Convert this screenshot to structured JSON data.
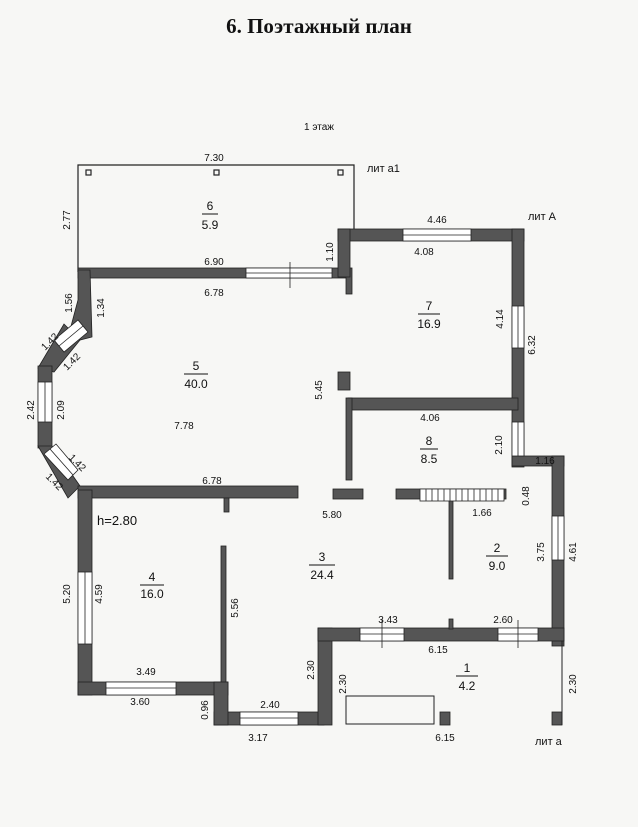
{
  "title": "6. Поэтажный план",
  "floor_label": "1 этаж",
  "lit_labels": {
    "a1": "лит а1",
    "A": "лит А",
    "a": "лит а"
  },
  "height_label": "h=2.80",
  "rooms": [
    {
      "num": "1",
      "area": "4.2"
    },
    {
      "num": "2",
      "area": "9.0"
    },
    {
      "num": "3",
      "area": "24.4"
    },
    {
      "num": "4",
      "area": "16.0"
    },
    {
      "num": "5",
      "area": "40.0"
    },
    {
      "num": "6",
      "area": "5.9"
    },
    {
      "num": "7",
      "area": "16.9"
    },
    {
      "num": "8",
      "area": "8.5"
    }
  ],
  "dims": {
    "d730": "7.30",
    "d277": "2.77",
    "d690": "6.90",
    "d110": "1.10",
    "d446": "4.46",
    "d408": "4.08",
    "d156": "1.56",
    "d134": "1.34",
    "d678a": "6.78",
    "d414": "4.14",
    "d632": "6.32",
    "d142a": "1.42",
    "d142b": "1.42",
    "d242": "2.42",
    "d209": "2.09",
    "d545": "5.45",
    "d406": "4.06",
    "d778": "7.78",
    "d210": "2.10",
    "d116": "1.16",
    "d142c": "1.42",
    "d142d": "1.42",
    "d678b": "6.78",
    "d048": "0.48",
    "d580": "5.80",
    "d166": "1.66",
    "d375": "3.75",
    "d461": "4.61",
    "d520": "5.20",
    "d459": "4.59",
    "d556": "5.56",
    "d343": "3.43",
    "d260": "2.60",
    "d615a": "6.15",
    "d349": "3.49",
    "d230a": "2.30",
    "d230b": "2.30",
    "d230c": "2.30",
    "d360": "3.60",
    "d096": "0.96",
    "d240": "2.40",
    "d317": "3.17",
    "d615b": "6.15"
  }
}
